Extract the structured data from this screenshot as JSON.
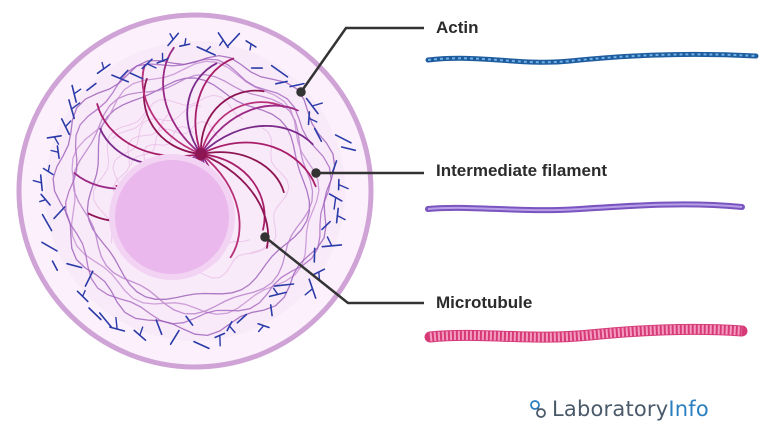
{
  "labels": {
    "actin": "Actin",
    "intermediate_filament": "Intermediate filament",
    "microtubule": "Microtubule"
  },
  "logo": {
    "text_part1": "Laboratory",
    "text_part2": "Info"
  },
  "colors": {
    "cell_membrane": "#cfa3d6",
    "cytoplasm": "#f7eaf8",
    "nucleus": "#eab8ec",
    "actin": "#2a3aa8",
    "actin_strand": "#3f86c8",
    "intermediate_filament": "#9a5bb8",
    "intermediate_filament_strand": "#8c6ad0",
    "microtubule": "#a81e6a",
    "microtubule_strand": "#e05a8e",
    "leader_line": "#333333",
    "logo_primary": "#4a5a6a",
    "logo_accent": "#2a7fc0"
  }
}
